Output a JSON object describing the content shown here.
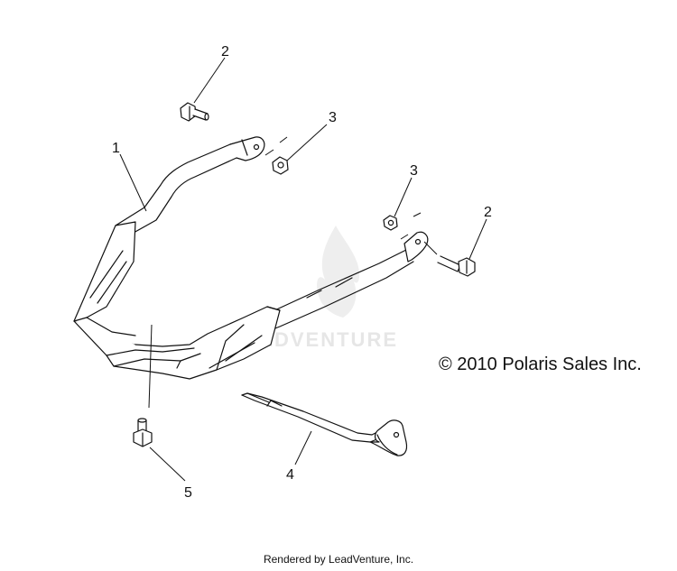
{
  "callouts": {
    "c1": "1",
    "c2a": "2",
    "c2b": "2",
    "c3a": "3",
    "c3b": "3",
    "c4": "4",
    "c5": "5"
  },
  "copyright": "© 2010 Polaris Sales Inc.",
  "watermark": "LEADVENTURE",
  "footer": "Rendered by LeadVenture, Inc."
}
